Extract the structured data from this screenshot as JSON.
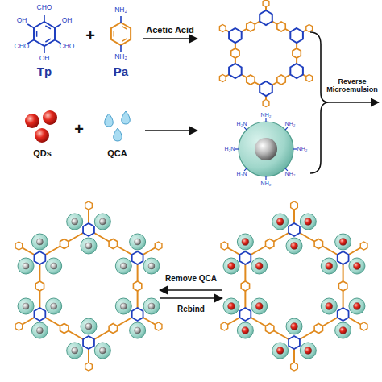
{
  "diagram": {
    "nodes": [
      {
        "text": [
          "Tp"
        ]
      },
      {
        "text": [
          "Pa"
        ]
      },
      {
        "text": [
          "QDs"
        ]
      },
      {
        "text": [
          "QCA"
        ]
      }
    ],
    "labels": [
      "+",
      "Acetic Acid",
      "+",
      "Reverse Microemulsion",
      "Remove QCA",
      "Rebind",
      "CHO",
      "OH",
      "CHO",
      "OH",
      "CHO",
      "OH",
      "NH₂",
      "NH₂",
      "NH₂",
      "NH₂",
      "NH₂",
      "NH₂",
      "NH₂",
      "H₂N",
      "H₂N",
      "H₂N"
    ]
  }
}
